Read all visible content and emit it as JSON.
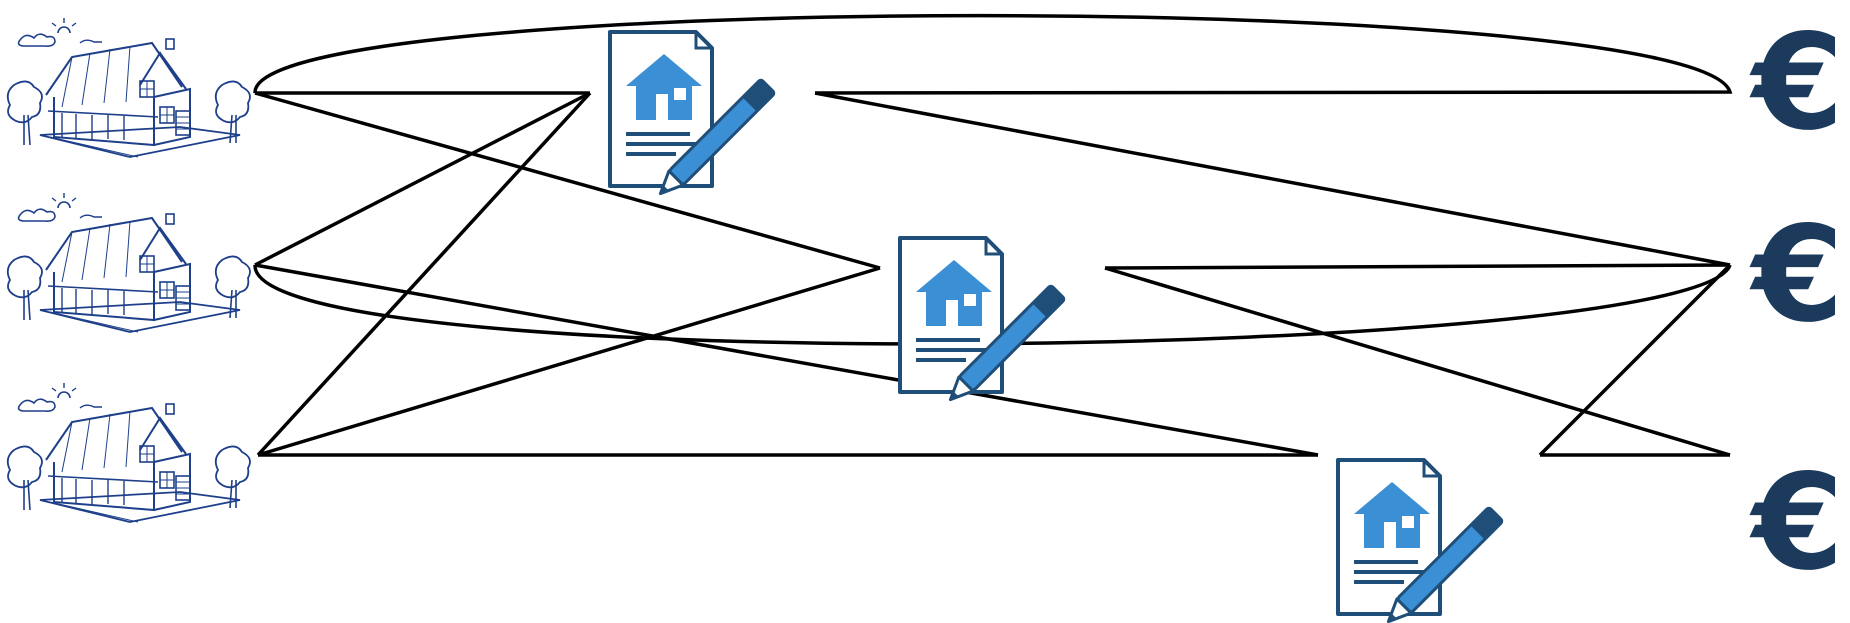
{
  "houses": [
    {
      "id": "house-1",
      "icon": "house-sketch-icon"
    },
    {
      "id": "house-2",
      "icon": "house-sketch-icon"
    },
    {
      "id": "house-3",
      "icon": "house-sketch-icon"
    }
  ],
  "contracts": [
    {
      "id": "contract-1",
      "icon": "contract-document-pen-icon"
    },
    {
      "id": "contract-2",
      "icon": "contract-document-pen-icon"
    },
    {
      "id": "contract-3",
      "icon": "contract-document-pen-icon"
    }
  ],
  "payments": [
    {
      "id": "euro-1",
      "symbol": "€"
    },
    {
      "id": "euro-2",
      "symbol": "€"
    },
    {
      "id": "euro-3",
      "symbol": "€"
    }
  ],
  "colors": {
    "line": "#000000",
    "document_blue": "#3b8fd4",
    "document_dark": "#1f4e79",
    "house_sketch": "#1e3f8a",
    "euro": "#1b3a5c"
  }
}
